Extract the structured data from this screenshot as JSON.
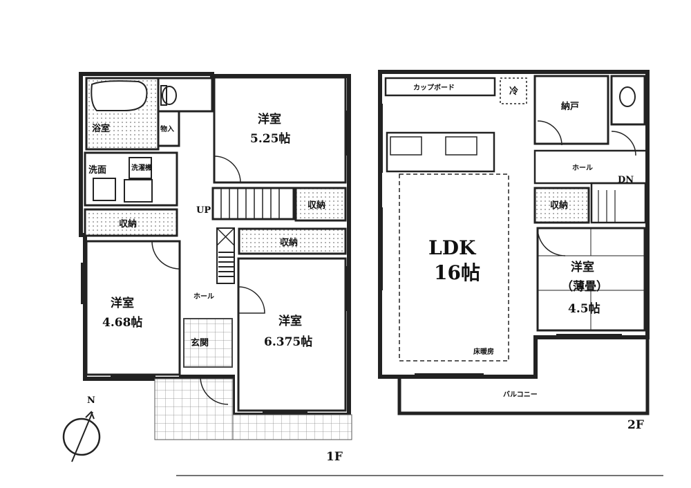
{
  "floor1": {
    "label": "1F",
    "rooms": {
      "bath": "浴室",
      "wash": "洗面",
      "washer": "洗濯機",
      "storage_top": "物入",
      "storage_left": "収納",
      "storage_right": "収納",
      "storage_mid": "収納",
      "room_a": {
        "name": "洋室",
        "size": "5.25帖"
      },
      "room_b": {
        "name": "洋室",
        "size": "4.68帖"
      },
      "room_c": {
        "name": "洋室",
        "size": "6.375帖"
      },
      "hall": "ホール",
      "entrance": "玄関",
      "up": "UP"
    }
  },
  "floor2": {
    "label": "2F",
    "rooms": {
      "cupboard": "カップボード",
      "fridge": "冷",
      "ldk": {
        "name": "LDK",
        "size": "16帖"
      },
      "floor_heat": "床暖房",
      "closet": "納戸",
      "hall": "ホール",
      "dn": "DN",
      "storage": "収納",
      "room": {
        "name": "洋室",
        "sub": "（薄畳）",
        "size": "4.5帖"
      },
      "balcony": "バルコニー"
    }
  },
  "compass": {
    "north": "N"
  }
}
